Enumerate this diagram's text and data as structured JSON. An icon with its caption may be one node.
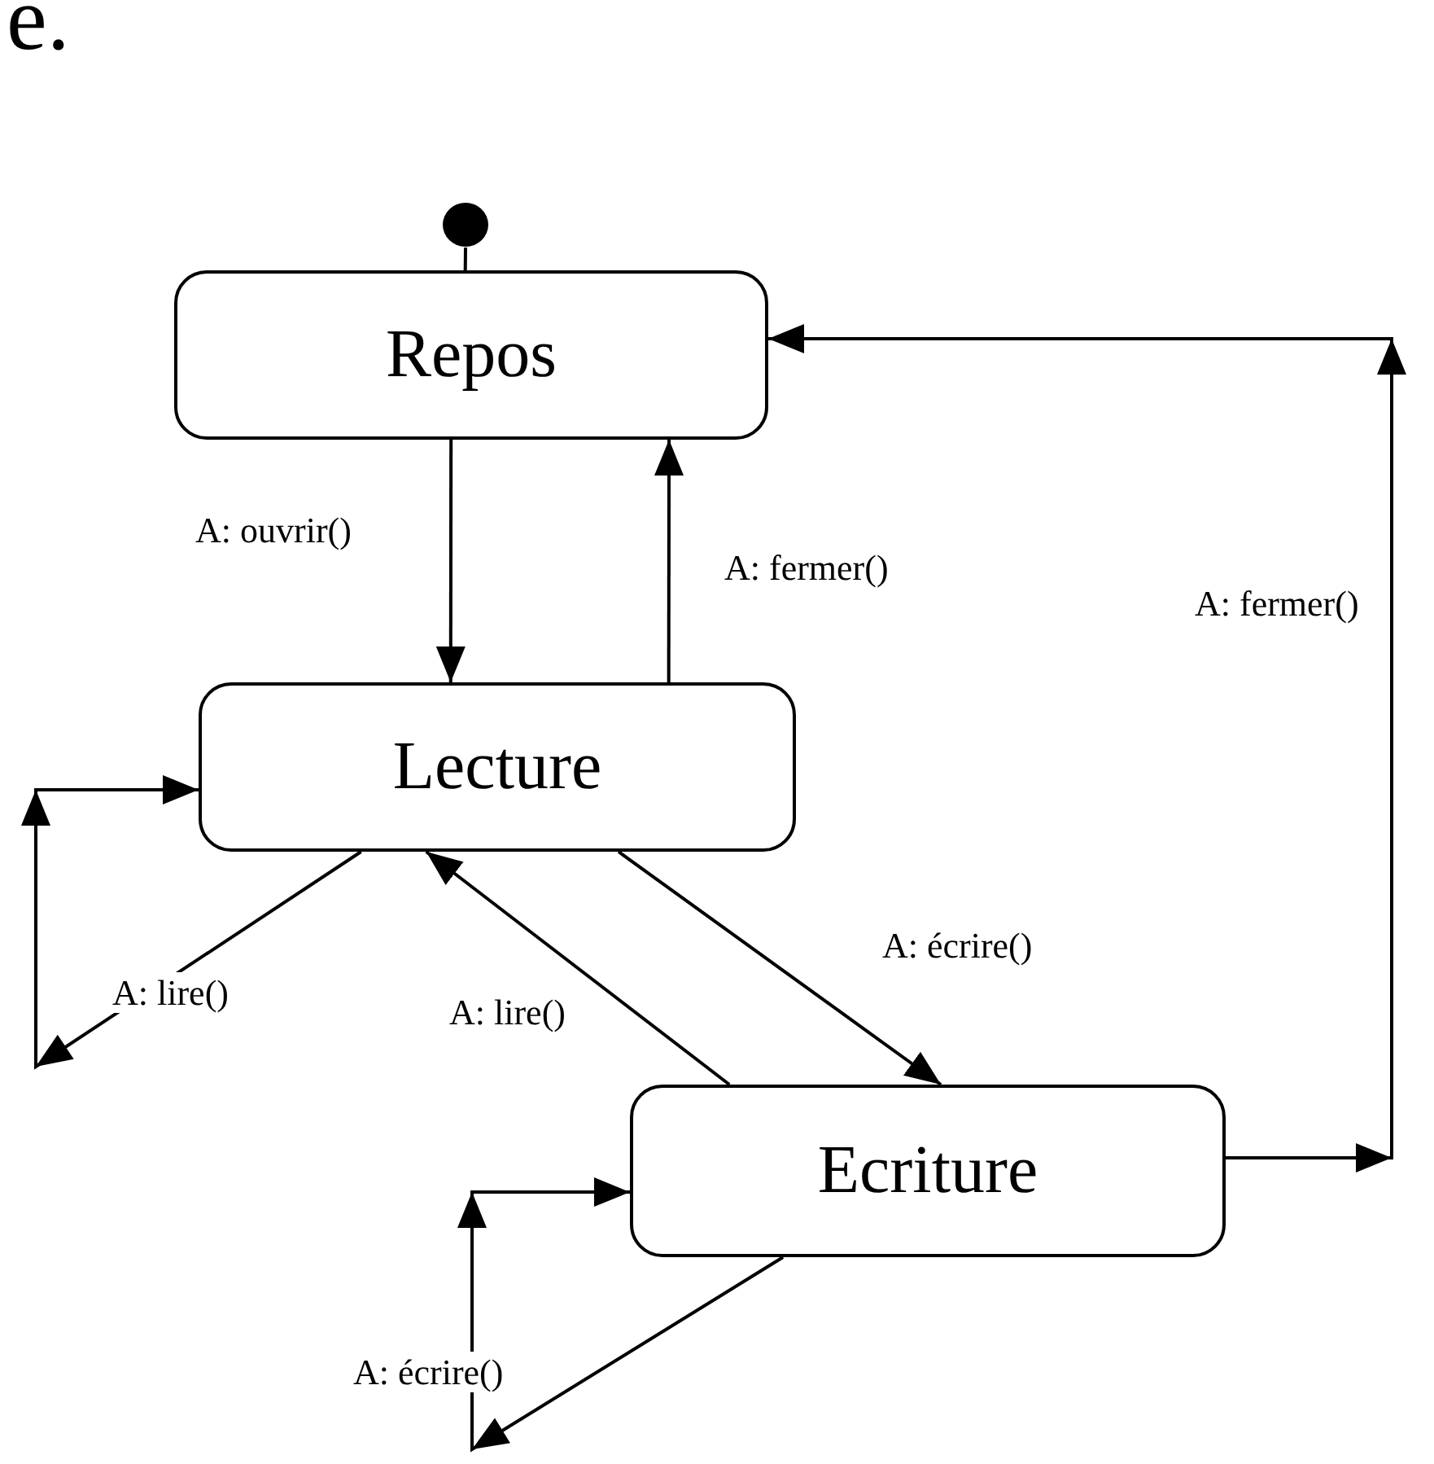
{
  "diagram": {
    "nodes": [
      {
        "text": [],
        "shape": "circle"
      },
      {
        "text": [
          "Repos"
        ]
      },
      {
        "text": [
          "Lecture"
        ]
      },
      {
        "text": [
          "Ecriture"
        ]
      }
    ],
    "edges": [
      {
        "from": 0,
        "to": 1,
        "arrow": "none"
      },
      {
        "from": 1,
        "to": 2,
        "arrow": "to",
        "label": "A: ouvrir()"
      },
      {
        "from": 2,
        "to": 1,
        "arrow": "to",
        "label": "A: fermer()"
      },
      {
        "from": 2,
        "to": 2,
        "arrow": "to",
        "label": "A: lire()"
      },
      {
        "from": 2,
        "to": 3,
        "arrow": "to",
        "label": "A: écrire()"
      },
      {
        "from": 3,
        "to": 2,
        "arrow": "to",
        "label": "A: lire()"
      },
      {
        "from": 3,
        "to": 1,
        "arrow": "to",
        "label": "A: fermer()"
      },
      {
        "from": 3,
        "to": 3,
        "arrow": "to",
        "label": "A: écrire()"
      }
    ],
    "labels": [
      "e."
    ]
  }
}
